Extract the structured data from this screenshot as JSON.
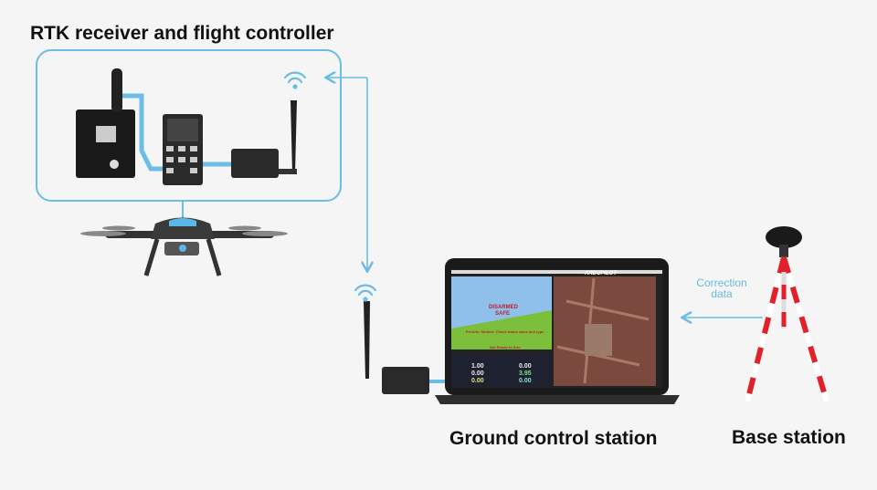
{
  "labels": {
    "rtk_title": "RTK receiver and flight controller",
    "gcs_title": "Ground control station",
    "base_title": "Base station",
    "correction": "Correction data"
  },
  "screen": {
    "logo": "ARDUPILOT",
    "status1": "DISARMED",
    "status2": "SAFE",
    "prearm": "PreArm: Motors: Check frame class and type",
    "not_ready": "Not Ready to Arm",
    "values": [
      "1.00",
      "0.00",
      "0.00",
      "3.95",
      "0.00",
      "0.00"
    ]
  },
  "colors": {
    "line": "#6bbde6",
    "text": "#111111",
    "tripod_red": "#e0202a"
  }
}
